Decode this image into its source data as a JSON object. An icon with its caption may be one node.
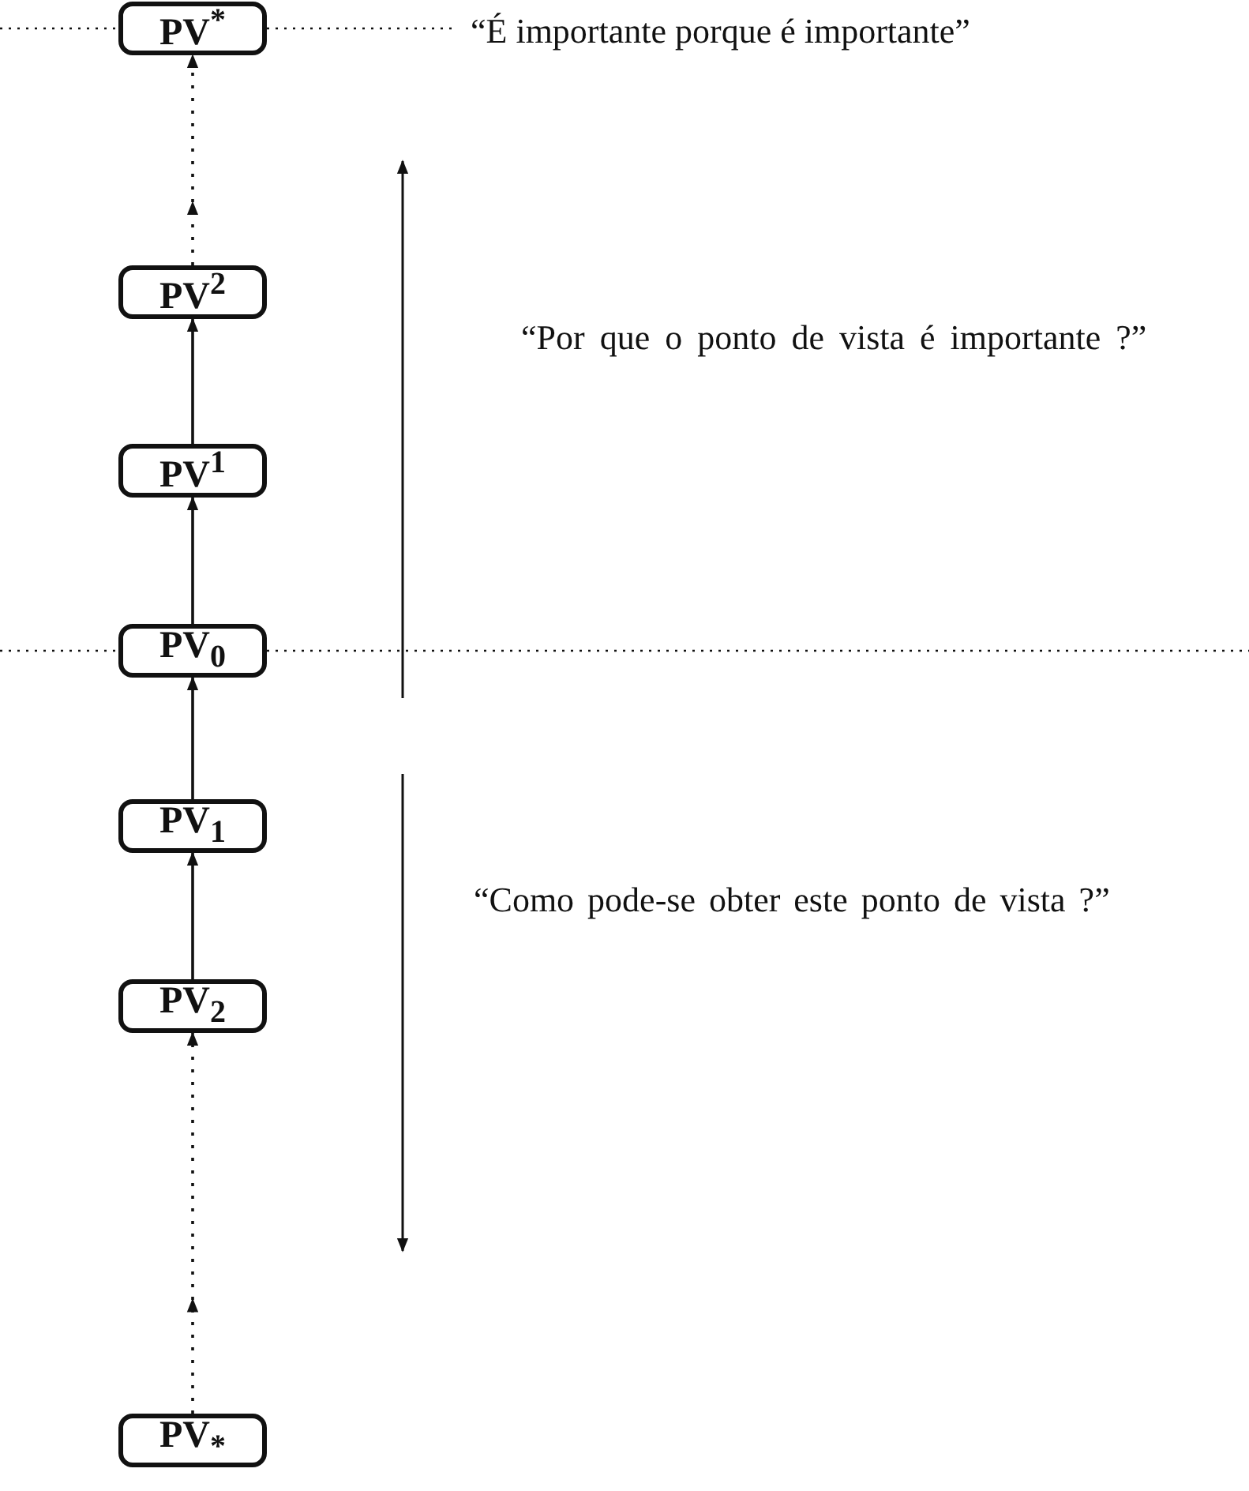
{
  "diagram": {
    "nodes": [
      {
        "text": [
          "PV$^{*}$"
        ]
      },
      {
        "text": [
          "PV$^{2}$"
        ]
      },
      {
        "text": [
          "PV$^{1}$"
        ]
      },
      {
        "text": [
          "PV$_{0}$"
        ]
      },
      {
        "text": [
          "PV$_{1}$"
        ]
      },
      {
        "text": [
          "PV$_{2}$"
        ]
      },
      {
        "text": [
          "PV$_{*}$"
        ]
      }
    ],
    "edges": [
      {
        "from": 1,
        "to": 0,
        "arrow": "to",
        "style": "dashed"
      },
      {
        "from": 2,
        "to": 1,
        "arrow": "to"
      },
      {
        "from": 3,
        "to": 2,
        "arrow": "to"
      },
      {
        "from": 4,
        "to": 3,
        "arrow": "to"
      },
      {
        "from": 5,
        "to": 4,
        "arrow": "to"
      },
      {
        "from": 6,
        "to": 5,
        "arrow": "to",
        "style": "dashed"
      }
    ],
    "labels": [
      "“É importante porque é importante”",
      "“Por que o ponto de vista é importante ?”",
      "“Como pode-se obter este ponto de vista ?”"
    ]
  }
}
